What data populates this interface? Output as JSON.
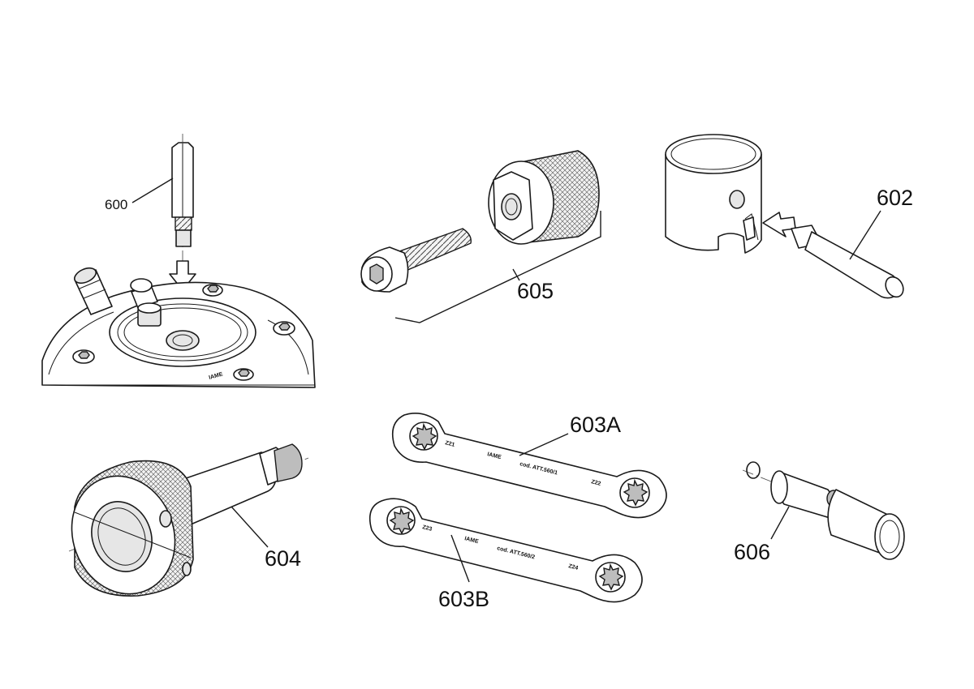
{
  "labels": {
    "l600": "600",
    "l602": "602",
    "l603A": "603A",
    "l603B": "603B",
    "l604": "604",
    "l605": "605",
    "l606": "606"
  },
  "engraving": {
    "brand": "IAME",
    "code_a": "cod. ATT.560/1",
    "code_b": "cod. ATT.560/2",
    "z21": "Z21",
    "z22": "Z22",
    "z23": "Z23",
    "z24": "Z24"
  }
}
